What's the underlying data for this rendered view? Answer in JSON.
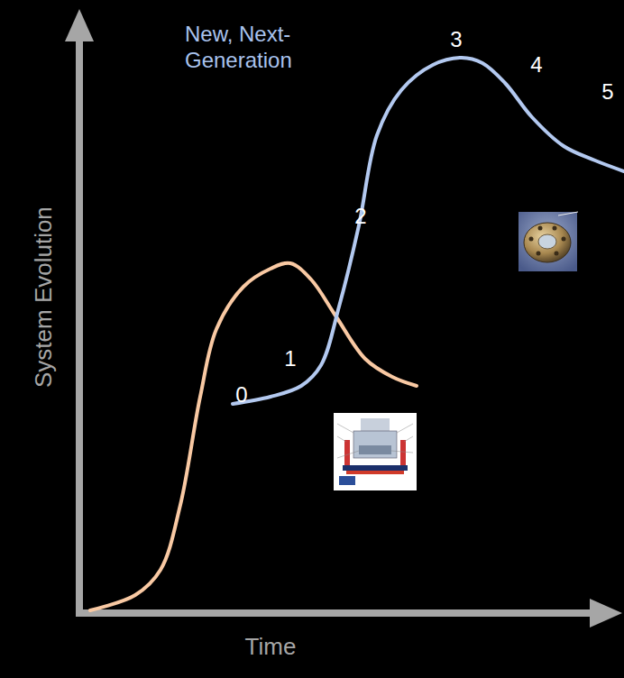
{
  "diagram": {
    "labels": [
      "System Evolution",
      "Time",
      "New, Next-Generation",
      "0",
      "1",
      "2",
      "3",
      "4",
      "5"
    ]
  }
}
